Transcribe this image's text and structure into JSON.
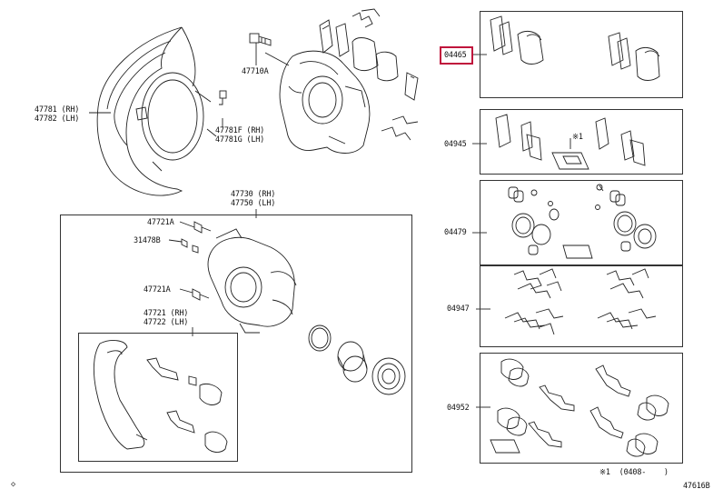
{
  "labels": {
    "p47781": "47781 (RH)",
    "p47782": "47782 (LH)",
    "p47710A": "47710A",
    "p47781F": "47781F (RH)",
    "p47781G": "47781G (LH)",
    "p47730": "47730 (RH)",
    "p47750": "47750 (LH)",
    "p47721A_top": "47721A",
    "p31478B": "31478B",
    "p47721A_mid": "47721A",
    "p47721": "47721 (RH)",
    "p47722": "47722 (LH)",
    "p04465": "04465",
    "p04945": "04945",
    "p04479": "04479",
    "p04947": "04947",
    "p04952": "04952",
    "note_mark": "※1",
    "footnote": "※1  (0408-    )",
    "drawing_no": "47616B",
    "corner_mark": "◇"
  },
  "colors": {
    "line": "#222222",
    "highlight": "#c0143c"
  },
  "highlighted_part": "04465"
}
